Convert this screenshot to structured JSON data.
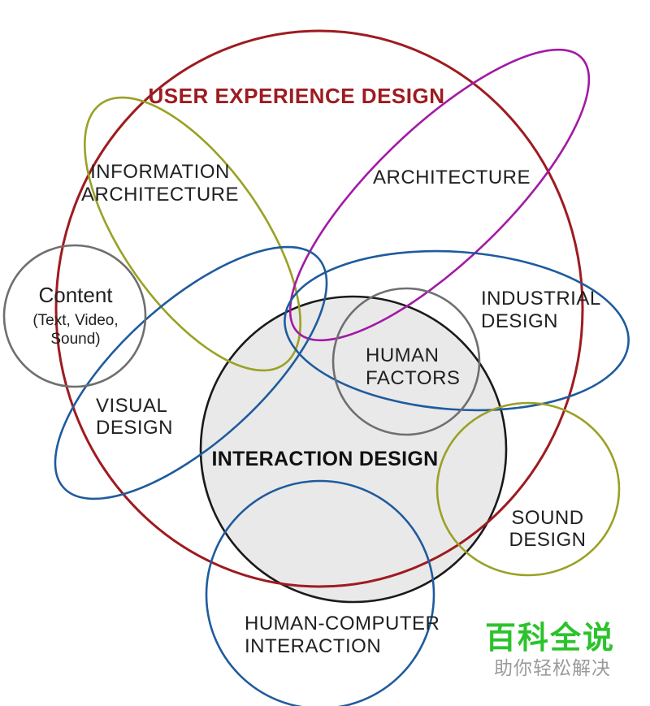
{
  "title": {
    "text": "USER EXPERIENCE DESIGN"
  },
  "labels": {
    "ia": {
      "line1": "INFORMATION",
      "line2": "ARCHITECTURE"
    },
    "architecture": {
      "text": "ARCHITECTURE"
    },
    "content": {
      "line1": "Content",
      "line2": "(Text, Video,",
      "line3": "Sound)"
    },
    "industrial": {
      "line1": "INDUSTRIAL",
      "line2": "DESIGN"
    },
    "human_factors": {
      "line1": "HUMAN",
      "line2": "FACTORS"
    },
    "visual": {
      "line1": "VISUAL",
      "line2": "DESIGN"
    },
    "interaction": {
      "text": "INTERACTION DESIGN"
    },
    "sound": {
      "line1": "SOUND",
      "line2": "DESIGN"
    },
    "hci": {
      "line1": "HUMAN-COMPUTER",
      "line2": "INTERACTION"
    }
  },
  "watermark": {
    "brand": "百科全说",
    "tagline": "助你轻松解决",
    "brand_color": "#2bc32c",
    "tagline_color": "#9b9b9b"
  },
  "colors": {
    "title_red": "#9e1b20",
    "ued_stroke": "#9e1b20",
    "olive": "#9aa125",
    "purple": "#a21aa5",
    "blue": "#1f5b9d",
    "gray_circle": "#6f6f6f",
    "black_circle": "#1a1a1a",
    "interaction_fill": "#e9e9e9",
    "label_black": "#212121"
  }
}
